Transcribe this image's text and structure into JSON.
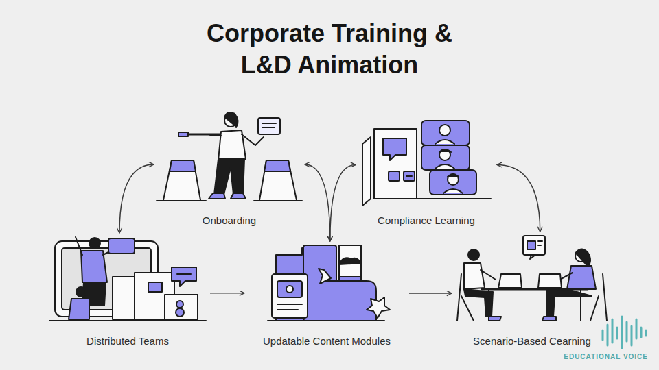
{
  "diagram": {
    "title": "Corporate Training & L&D Animation",
    "nodes": [
      {
        "text": [
          "Onboarding"
        ]
      },
      {
        "text": [
          "Compliance Learning"
        ]
      },
      {
        "text": [
          "Distributed Teams"
        ]
      },
      {
        "text": [
          "Updatable Content Modules"
        ]
      },
      {
        "text": [
          "Scenario-Based Cearning"
        ]
      }
    ],
    "edges": [
      {
        "from": 0,
        "to": 2,
        "arrow": "both"
      },
      {
        "from": 0,
        "to": 3,
        "arrow": "both"
      },
      {
        "from": 1,
        "to": 3,
        "arrow": "both"
      },
      {
        "from": 1,
        "to": 4,
        "arrow": "both"
      },
      {
        "from": 2,
        "to": 3,
        "arrow": "to"
      },
      {
        "from": 3,
        "to": 4,
        "arrow": "to"
      }
    ],
    "labels": [
      "EDUCATIONAL VOICE"
    ]
  }
}
